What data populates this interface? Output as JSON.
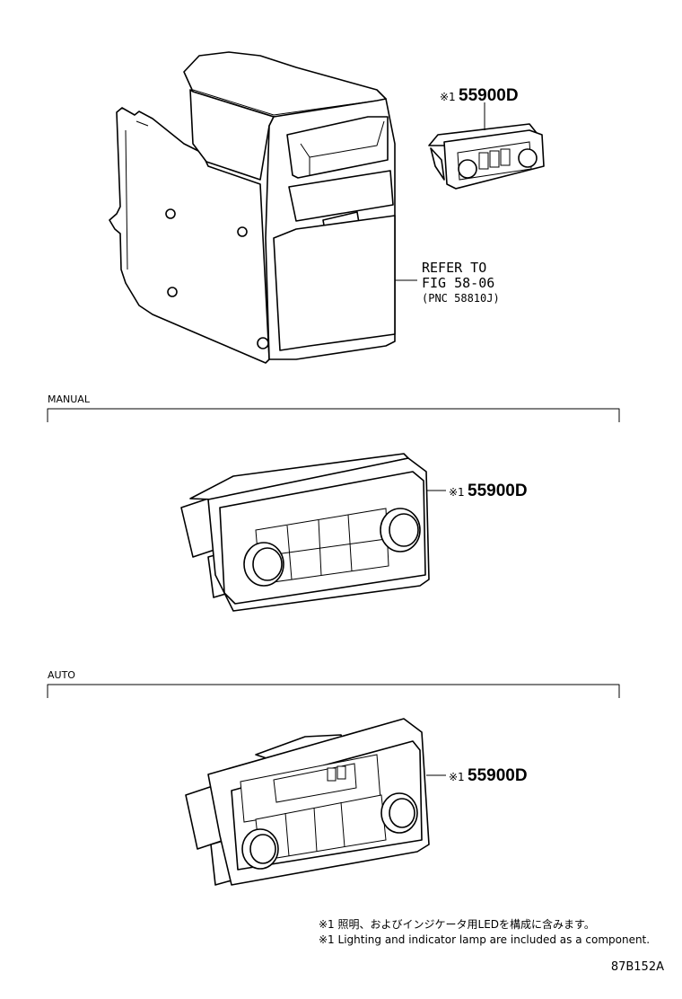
{
  "part_number_mark": "※1",
  "part_number": "55900D",
  "refer": {
    "line1": "REFER TO",
    "line2": "FIG 58-06",
    "line3": "(PNC 58810J)"
  },
  "sections": {
    "manual": "MANUAL",
    "auto": "AUTO"
  },
  "notes": {
    "japanese": "※1 照明、およびインジケータ用LEDを構成に含みます。",
    "english": "※1 Lighting and indicator lamp are included as a component."
  },
  "figure_code": "87B152A"
}
